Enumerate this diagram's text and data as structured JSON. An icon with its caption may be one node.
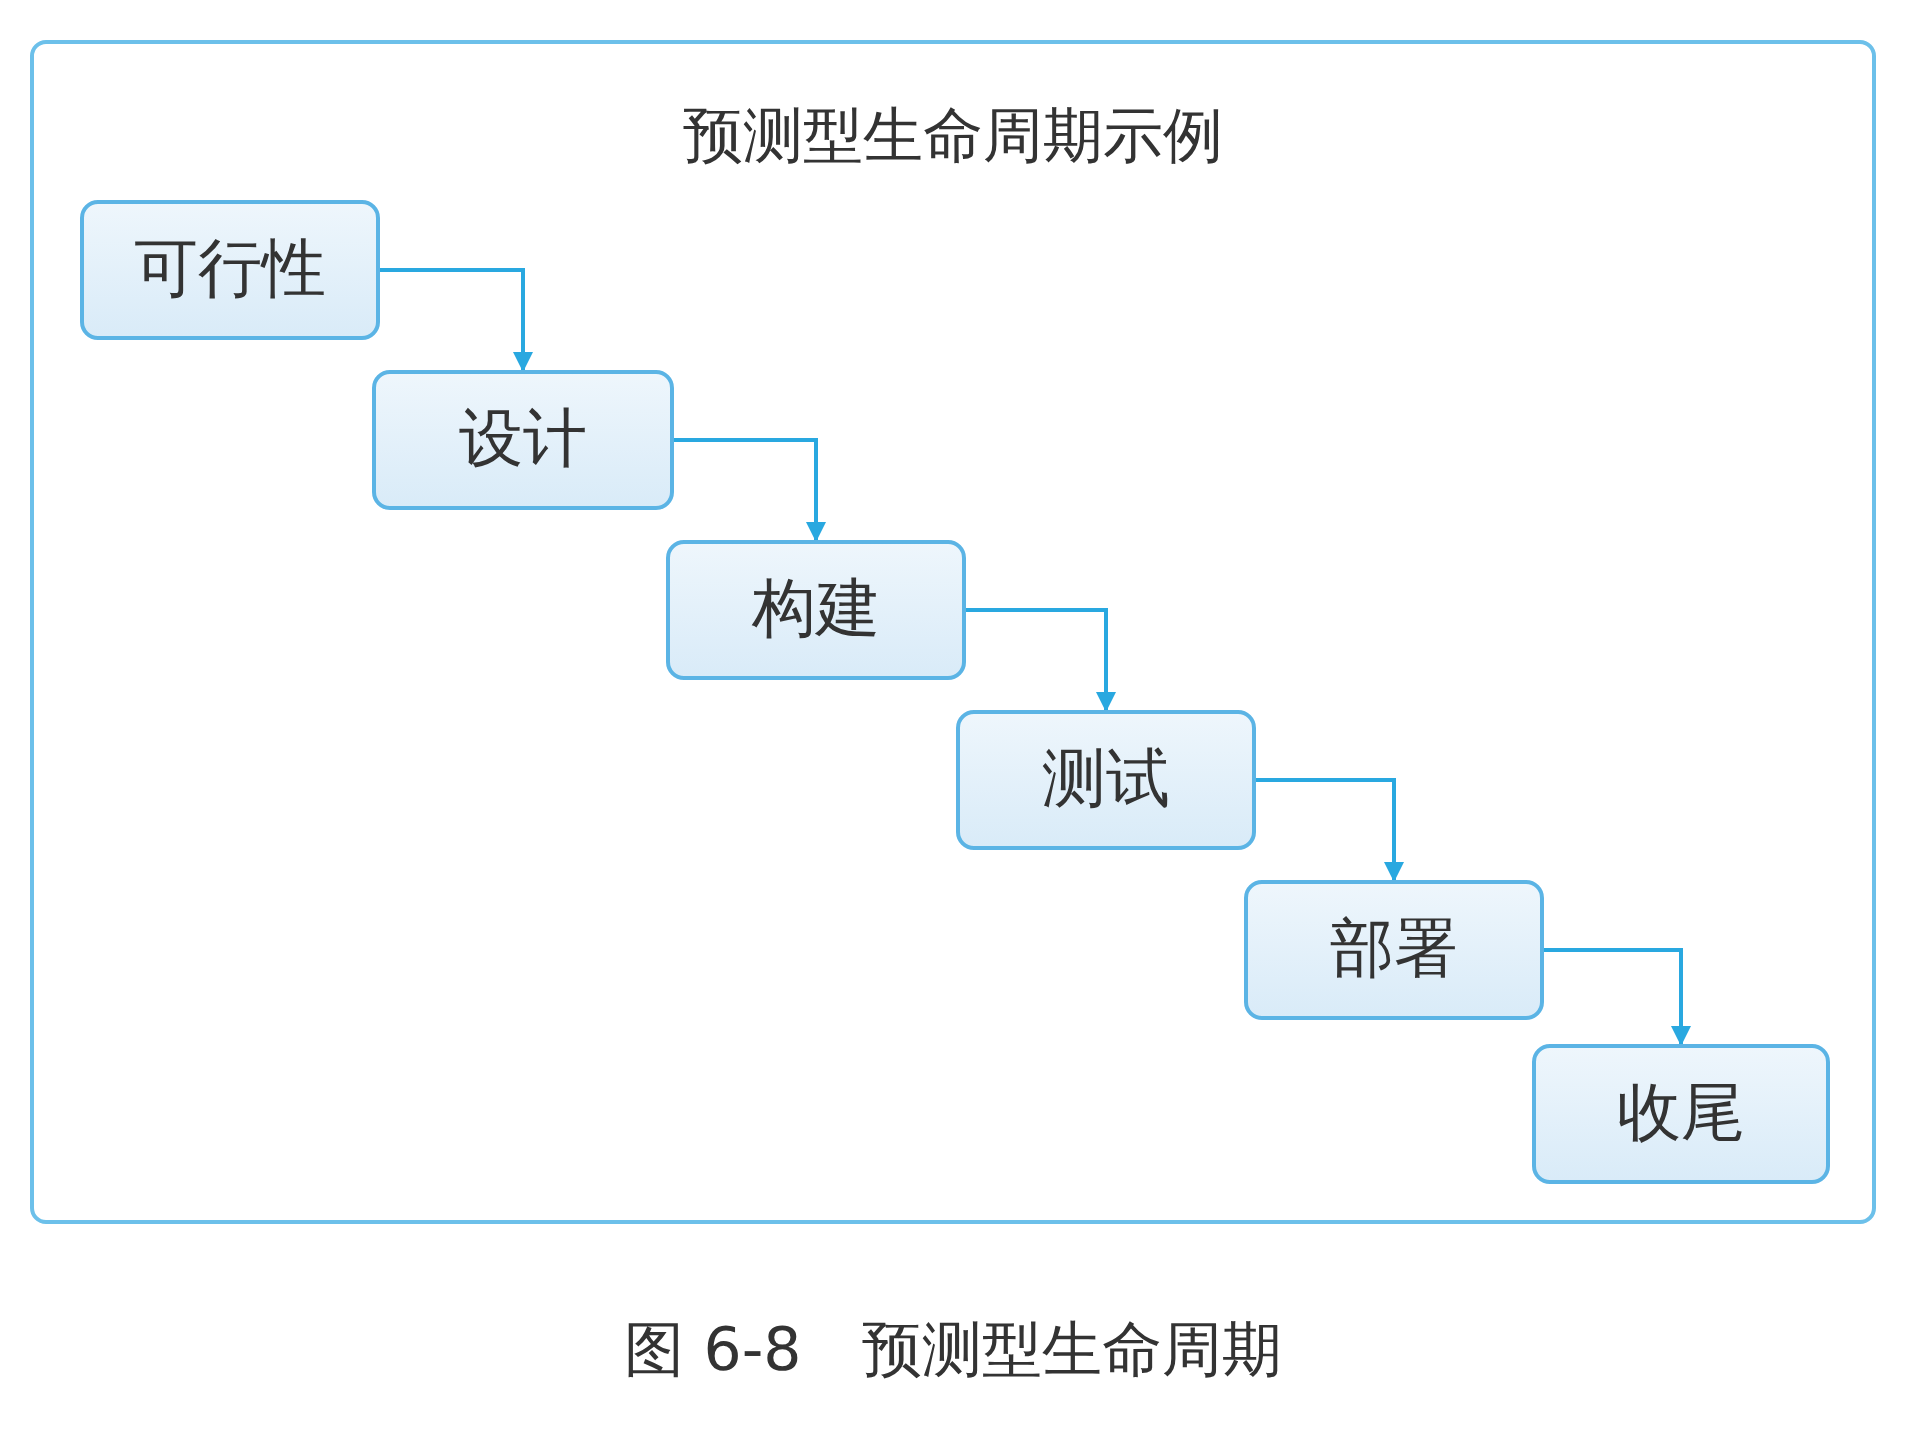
{
  "diagram": {
    "caption": "图 6-8　预测型生命周期",
    "nodes": [
      {
        "text": [
          "预测型生命周期示例"
        ]
      },
      {
        "text": [
          "可行性"
        ],
        "in": 0
      },
      {
        "text": [
          "设计"
        ],
        "in": 0
      },
      {
        "text": [
          "构建"
        ],
        "in": 0
      },
      {
        "text": [
          "测试"
        ],
        "in": 0
      },
      {
        "text": [
          "部署"
        ],
        "in": 0
      },
      {
        "text": [
          "收尾"
        ],
        "in": 0
      }
    ],
    "edges": [
      {
        "from": 1,
        "to": 2,
        "arrow": "to"
      },
      {
        "from": 2,
        "to": 3,
        "arrow": "to"
      },
      {
        "from": 3,
        "to": 4,
        "arrow": "to"
      },
      {
        "from": 4,
        "to": 5,
        "arrow": "to"
      },
      {
        "from": 5,
        "to": 6,
        "arrow": "to"
      }
    ]
  }
}
